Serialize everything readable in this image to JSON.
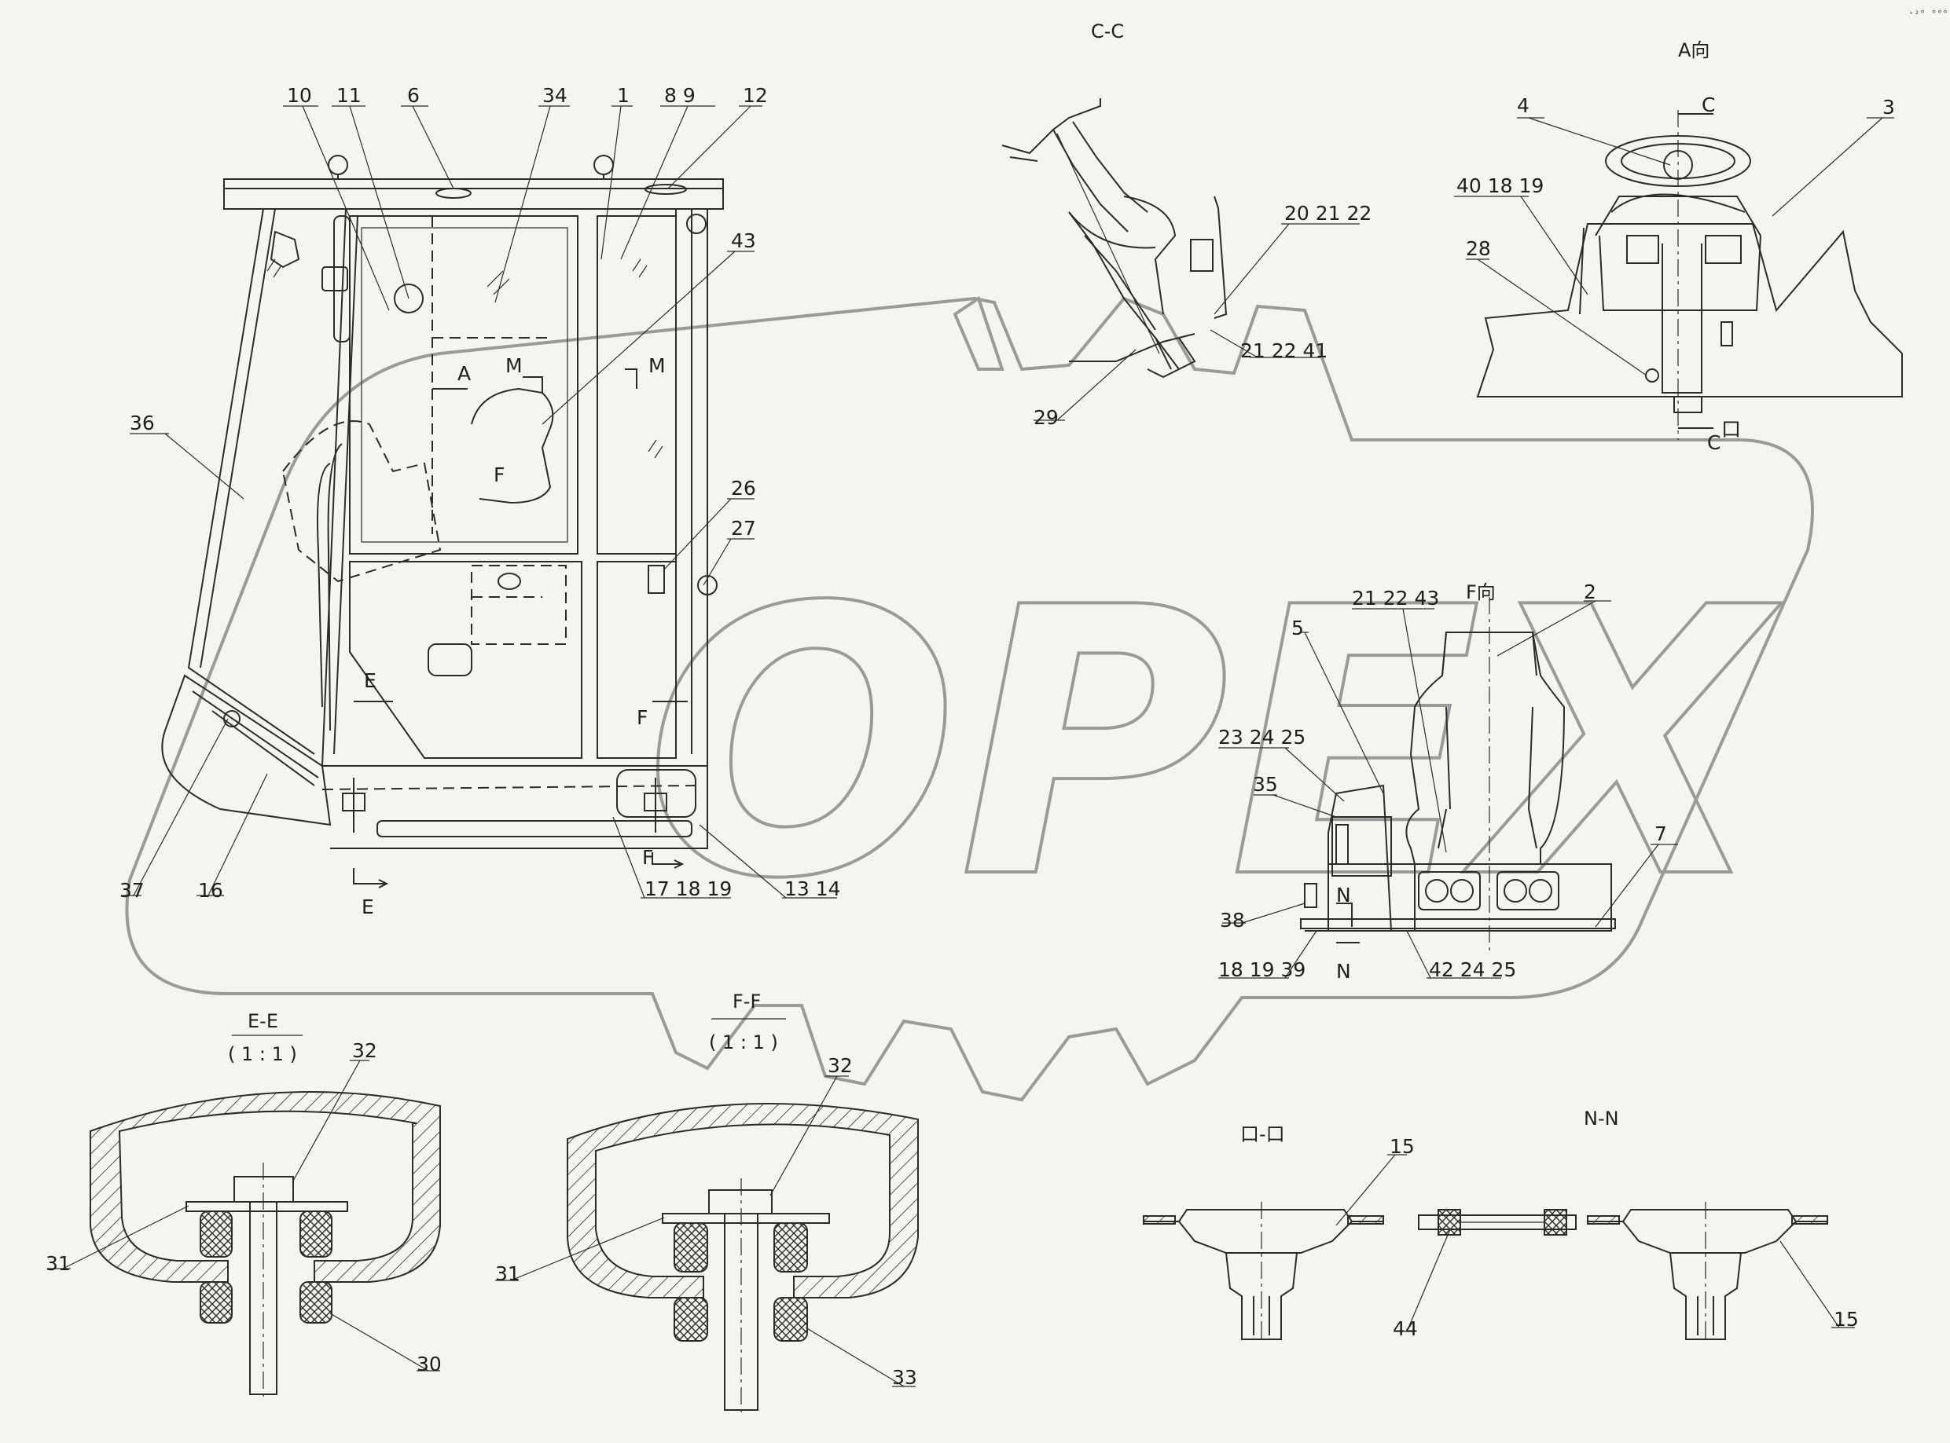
{
  "corner_note": "⁺²° °°°",
  "view_titles": {
    "cc": "C-C",
    "a_dir": "A向",
    "f_dir": "F向",
    "ee": "E-E",
    "ee_scale": "( 1 : 1 )",
    "ff": "F-F",
    "ff_scale": "( 1 : 1 )",
    "dd": "口-口",
    "nn": "N-N"
  },
  "section_marks": {
    "A": "A",
    "M": "M",
    "F": "F",
    "E": "E",
    "C": "C",
    "N": "N",
    "D": "口"
  },
  "callouts": {
    "c1": "1",
    "c2": "2",
    "c3": "3",
    "c4": "4",
    "c5": "5",
    "c6": "6",
    "c7": "7",
    "c8_9": "8  9",
    "c10": "10",
    "c11": "11",
    "c12": "12",
    "c13_14": "13  14",
    "c15a": "15",
    "c15b": "15",
    "c16": "16",
    "c17_19": "17  18  19",
    "c18_19_39": "18  19  39",
    "c20_22": "20  21  22",
    "c21_22_41": "21  22  41",
    "c21_22_43": "21  22  43",
    "c23_25": "23  24  25",
    "c26": "26",
    "c27": "27",
    "c28": "28",
    "c29": "29",
    "c30": "30",
    "c31a": "31",
    "c31b": "31",
    "c32a": "32",
    "c32b": "32",
    "c33": "33",
    "c34": "34",
    "c35": "35",
    "c36": "36",
    "c37": "37",
    "c38": "38",
    "c40_19": "40  18  19",
    "c42_25": "42  24  25",
    "c43": "43",
    "c44": "44"
  },
  "watermark": "OPEX",
  "colors": {
    "background": "#f3f6ef",
    "ink": "#2b2b2b",
    "watermark": "#9a9a9a"
  }
}
